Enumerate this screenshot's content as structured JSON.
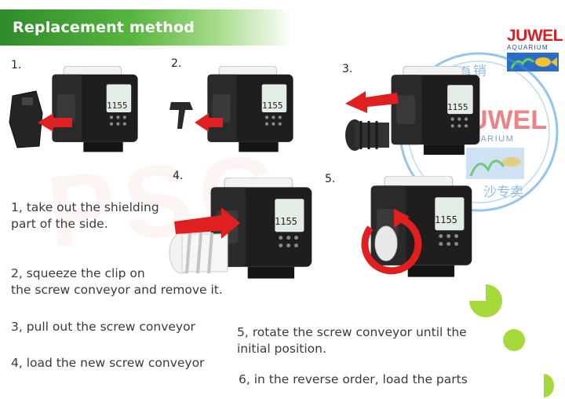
{
  "header": {
    "title": "Replacement method"
  },
  "logo": {
    "brand": "JUWEL",
    "sub": "AQUARIUM"
  },
  "stamp": {
    "ring_text": "JUWEL品牌直销",
    "brand": "JUWEL",
    "sub": "AQUARIUM",
    "bottom_text": "沙专卖"
  },
  "watermark": {
    "text": "PSG"
  },
  "steps": [
    {
      "number": "1."
    },
    {
      "number": "2."
    },
    {
      "number": "3."
    },
    {
      "number": "4."
    },
    {
      "number": "5."
    }
  ],
  "display": {
    "value": "1155"
  },
  "instructions": [
    {
      "line1": "1, take out the shielding",
      "line2": "part of the side."
    },
    {
      "line1": "2, squeeze the clip on",
      "line2": "the screw conveyor and remove it."
    },
    {
      "line1": "3, pull out the screw conveyor"
    },
    {
      "line1": "4, load the new screw conveyor"
    },
    {
      "line1": "5, rotate the screw conveyor until the",
      "line2": "initial position."
    },
    {
      "line1": "6, in the reverse order, load the parts"
    }
  ],
  "colors": {
    "header_green": "#3a9a30",
    "arrow_red": "#e02020",
    "device_black": "#1c1c1c",
    "logo_red": "#d71f26",
    "accent_green": "#a6d93a"
  }
}
